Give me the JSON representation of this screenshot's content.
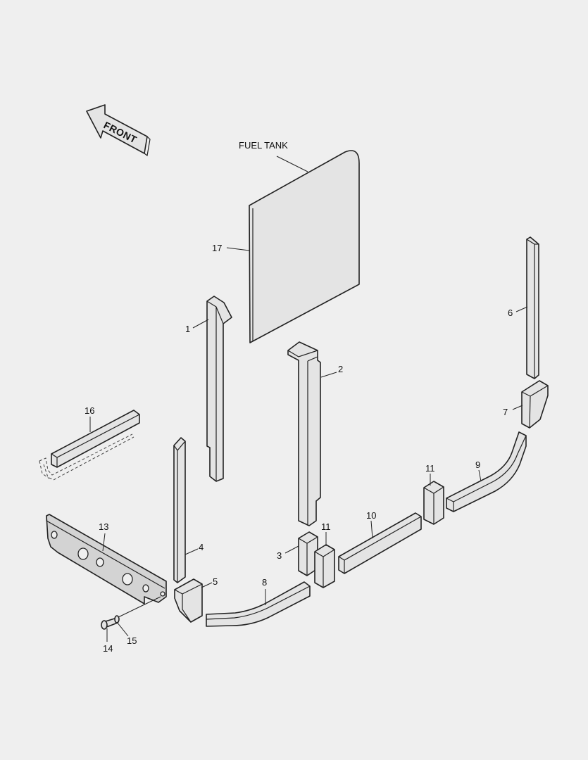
{
  "front_label": "FRONT",
  "fuel_tank_label": "FUEL TANK",
  "callouts": {
    "c1": "1",
    "c2": "2",
    "c3": "3",
    "c4": "4",
    "c5": "5",
    "c6": "6",
    "c7": "7",
    "c8": "8",
    "c9": "9",
    "c10": "10",
    "c11a": "11",
    "c11b": "11",
    "c13": "13",
    "c14": "14",
    "c15": "15",
    "c16": "16",
    "c17": "17"
  }
}
